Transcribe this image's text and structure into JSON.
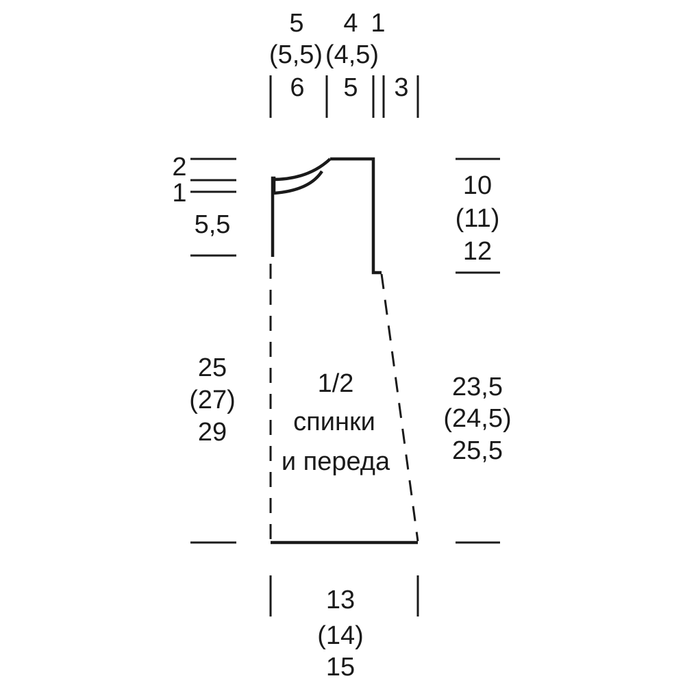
{
  "top_dimensions": {
    "neck_width": {
      "line1": "5",
      "line2": "(5,5)",
      "line3": "6"
    },
    "shoulder_width": {
      "line1": "4",
      "line2": "(4,5)",
      "line3": "5"
    },
    "step_1": "1",
    "step_3": "3"
  },
  "left_dimensions": {
    "neck_step_2": "2",
    "neck_step_1": "1",
    "neck_depth": "5,5",
    "lower_height": {
      "line1": "25",
      "line2": "(27)",
      "line3": "29"
    }
  },
  "right_dimensions": {
    "armhole_height": {
      "line1": "10",
      "line2": "(11)",
      "line3": "12"
    },
    "side_height": {
      "line1": "23,5",
      "line2": "(24,5)",
      "line3": "25,5"
    }
  },
  "bottom_dimensions": {
    "hem_width": {
      "line1": "13",
      "line2": "(14)",
      "line3": "15"
    }
  },
  "piece_label": {
    "line1": "1/2",
    "line2": "спинки",
    "line3": "и переда"
  }
}
